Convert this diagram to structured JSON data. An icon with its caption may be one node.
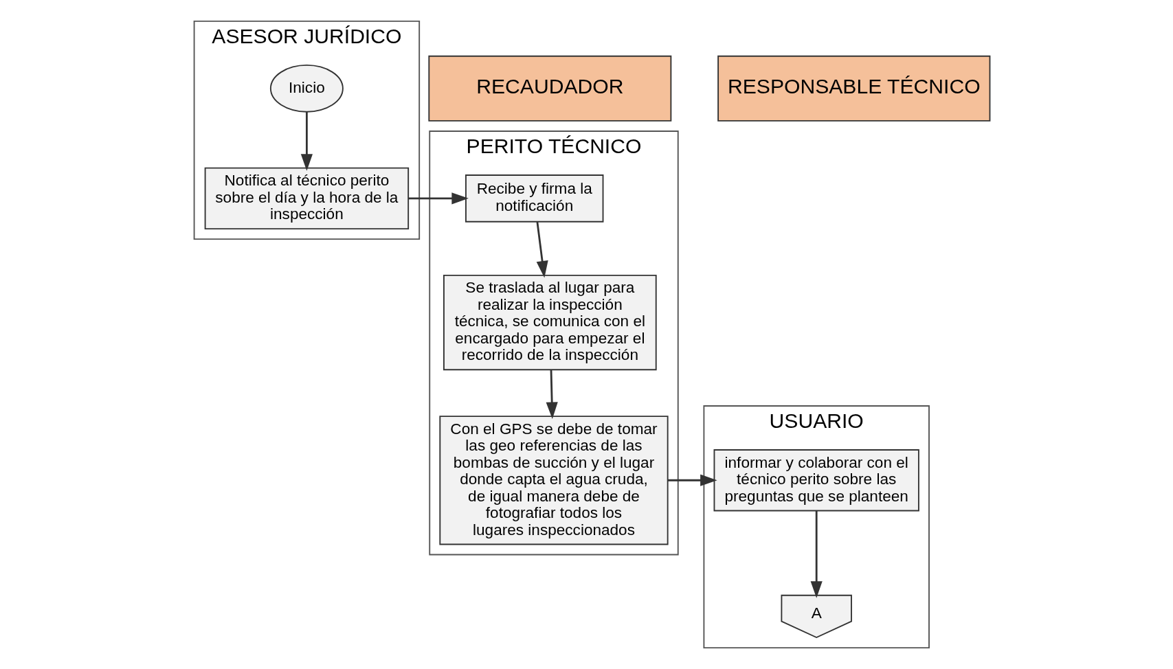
{
  "diagram": {
    "nodes": [
      {
        "text": [
          "ASESOR JURÍDICO"
        ]
      },
      {
        "text": [
          "PERITO TÉCNICO"
        ]
      },
      {
        "text": [
          "USUARIO"
        ]
      },
      {
        "text": [
          "RECAUDADOR"
        ]
      },
      {
        "text": [
          "RESPONSABLE TÉCNICO"
        ]
      },
      {
        "text": [
          "Inicio"
        ],
        "in": 0
      },
      {
        "text": [
          "Notifica al técnico perito sobre el día y la hora de la inspección"
        ],
        "in": 0
      },
      {
        "text": [
          "Recibe y firma la notificación"
        ],
        "in": 1
      },
      {
        "text": [
          "Se traslada al lugar para realizar la inspección técnica, se comunica con el encargado para empezar el recorrido de la inspección"
        ],
        "in": 1
      },
      {
        "text": [
          "Con el GPS se debe de tomar las geo referencias de las bombas de succión y el lugar donde capta el agua cruda, de igual manera debe de fotografiar todos los lugares inspeccionados"
        ],
        "in": 1
      },
      {
        "text": [
          "informar y colaborar con el técnico perito sobre las preguntas que se planteen"
        ],
        "in": 2
      },
      {
        "text": [
          "A"
        ],
        "in": 2
      }
    ],
    "edges": [
      {
        "from": 5,
        "to": 6,
        "arrow": "to"
      },
      {
        "from": 6,
        "to": 7,
        "arrow": "to"
      },
      {
        "from": 7,
        "to": 8,
        "arrow": "to"
      },
      {
        "from": 8,
        "to": 9,
        "arrow": "to"
      },
      {
        "from": 9,
        "to": 10,
        "arrow": "to"
      },
      {
        "from": 10,
        "to": 11,
        "arrow": "to"
      }
    ]
  }
}
